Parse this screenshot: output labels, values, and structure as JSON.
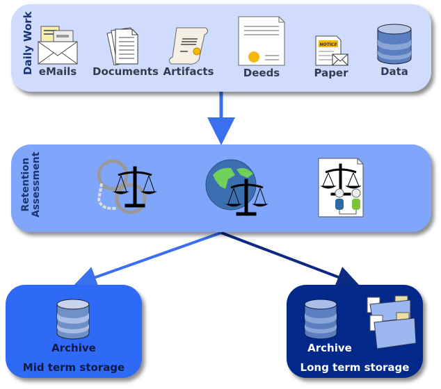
{
  "daily_work": {
    "title": "Daily Work",
    "items": [
      {
        "label": "eMails",
        "icon": "email-envelope-icon"
      },
      {
        "label": "Documents",
        "icon": "documents-icon"
      },
      {
        "label": "Artifacts",
        "icon": "scroll-icon"
      },
      {
        "label": "Deeds",
        "icon": "deed-certificate-icon"
      },
      {
        "label": "Paper",
        "icon": "notice-paper-icon",
        "badge": "NOTICE"
      },
      {
        "label": "Data",
        "icon": "database-icon"
      }
    ]
  },
  "retention": {
    "title_line1": "Retention",
    "title_line2": "Assessment",
    "icons": [
      "handcuffs-scales-icon",
      "globe-scales-icon",
      "legal-document-people-icon"
    ]
  },
  "archives": {
    "mid": {
      "title": "Archive",
      "subtitle": "Mid term storage"
    },
    "long": {
      "title": "Archive",
      "subtitle": "Long term storage"
    }
  },
  "colors": {
    "daily_bg": "#cfdcfd",
    "retention_bg": "#80a6fb",
    "mid_bg": "#2f6af6",
    "long_bg": "#02298a",
    "arrow_light": "#3a6ff0",
    "arrow_dark": "#0b2a80"
  }
}
